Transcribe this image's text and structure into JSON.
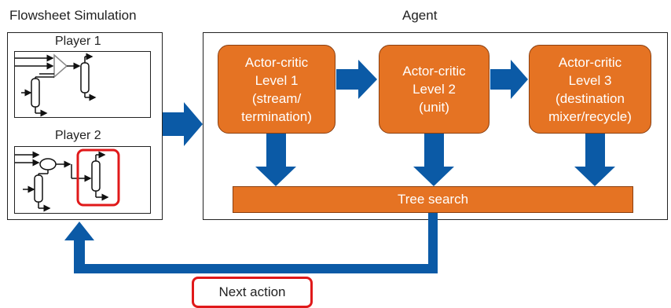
{
  "flowsheet": {
    "title": "Flowsheet Simulation",
    "player1": "Player 1",
    "player2": "Player 2"
  },
  "agent": {
    "title": "Agent",
    "level1": [
      "Actor-critic",
      "Level 1",
      "(stream/",
      "termination)"
    ],
    "level2": [
      "Actor-critic",
      "Level 2",
      "(unit)"
    ],
    "level3": [
      "Actor-critic",
      "Level 3",
      "(destination",
      "mixer/recycle)"
    ],
    "tree_search": "Tree search"
  },
  "next_action": "Next action",
  "colors": {
    "orange": "#e57323",
    "arrow_blue": "#0b5aa6",
    "highlight_red": "#e0191a"
  }
}
